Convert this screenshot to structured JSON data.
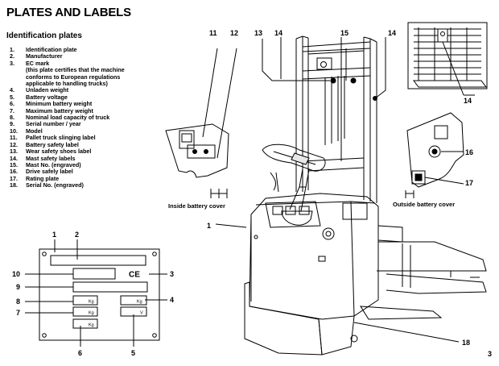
{
  "header": {
    "title": "PLATES AND LABELS"
  },
  "section": {
    "title": "Identification plates"
  },
  "items": [
    {
      "num": "1.",
      "label": "Identification  plate"
    },
    {
      "num": "2.",
      "label": "Manufacturer"
    },
    {
      "num": "3.",
      "label": "EC mark",
      "details": [
        "(this plate certifies that the machine",
        "conforms to European regulations",
        "applicable to handling trucks)"
      ]
    },
    {
      "num": "4.",
      "label": "Unladen  weight"
    },
    {
      "num": "5.",
      "label": "Battery  voltage"
    },
    {
      "num": "6.",
      "label": "Minimum battery weight"
    },
    {
      "num": "7.",
      "label": "Maximum battery weight"
    },
    {
      "num": "8.",
      "label": "Nominal load capacity of truck"
    },
    {
      "num": "9.",
      "label": "Serial number / year"
    },
    {
      "num": "10.",
      "label": "Model"
    },
    {
      "num": "11.",
      "label": "Pallet truck slinging label"
    },
    {
      "num": "12.",
      "label": "Battery safety label"
    },
    {
      "num": "13.",
      "label": "Wear safety shoes label"
    },
    {
      "num": "14.",
      "label": "Mast safety labels"
    },
    {
      "num": "15.",
      "label": "Mast No. (engraved)"
    },
    {
      "num": "16.",
      "label": "Drive safely label"
    },
    {
      "num": "17.",
      "label": "Rating plate"
    },
    {
      "num": "18.",
      "label": "Serial No. (engraved)"
    }
  ],
  "plate": {
    "ce_mark": "CE",
    "field_units": {
      "kg": "Kg",
      "volt": "V"
    },
    "callouts": {
      "c1": "1",
      "c2": "2",
      "c3": "3",
      "c4": "4",
      "c5": "5",
      "c6": "6",
      "c7": "7",
      "c8": "8",
      "c9": "9",
      "c10": "10"
    }
  },
  "truck": {
    "callouts": {
      "c1": "1",
      "c11": "11",
      "c12": "12",
      "c13": "13",
      "c14a": "14",
      "c15": "15",
      "c14b": "14",
      "c14c": "14",
      "c16": "16",
      "c17": "17",
      "c18": "18"
    },
    "inside_cover_caption": "Inside battery cover",
    "outside_cover_caption": "Outside battery cover"
  },
  "page": {
    "number": "3"
  }
}
